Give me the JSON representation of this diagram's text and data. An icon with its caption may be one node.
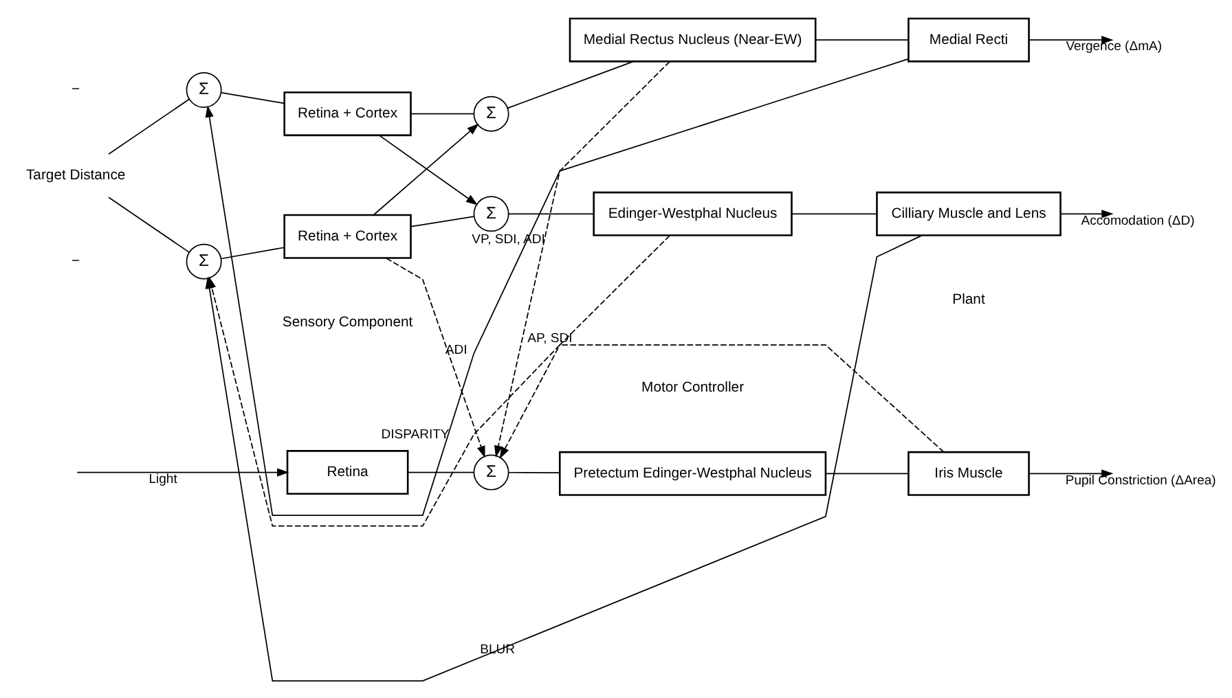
{
  "diagram": {
    "nodes": [
      {
        "text": [
          "Target Distance"
        ]
      },
      {
        "text": [
          "Σ"
        ]
      },
      {
        "text": [
          "Retina + Cortex"
        ]
      },
      {
        "text": [
          "Σ"
        ]
      },
      {
        "text": [
          "Medial Rectus Nucleus (Near-EW)"
        ]
      },
      {
        "text": [
          "Medial Recti"
        ]
      },
      {
        "text": [
          "Retina"
        ]
      },
      {
        "text": [
          "Σ"
        ]
      },
      {
        "text": [
          "Pretectum Edinger-Westphal Nucleus"
        ]
      },
      {
        "text": [
          "Iris Muscle"
        ]
      },
      {
        "text": [
          "Σ"
        ]
      },
      {
        "text": [
          "Retina + Cortex"
        ]
      },
      {
        "text": [
          "Σ"
        ]
      },
      {
        "text": [
          "Edinger-Westphal Nucleus"
        ]
      },
      {
        "text": [
          "Cilliary Muscle and Lens"
        ]
      }
    ],
    "edges": [
      {
        "from": 0,
        "to": 1,
        "arrow": "none"
      },
      {
        "from": 0,
        "to": 10,
        "arrow": "none"
      },
      {
        "from": 1,
        "to": 2,
        "arrow": "none"
      },
      {
        "from": 2,
        "to": 3,
        "arrow": "none"
      },
      {
        "from": 2,
        "to": 12,
        "arrow": "to"
      },
      {
        "from": 3,
        "to": 4,
        "arrow": "none"
      },
      {
        "from": 4,
        "to": 5,
        "arrow": "none"
      },
      {
        "from": 5,
        "to": null,
        "arrow": "to",
        "label": "Vergence (ΔmA)"
      },
      {
        "from": 5,
        "to": 1,
        "arrow": "to",
        "label": "DISPARITY"
      },
      {
        "from": null,
        "to": 6,
        "arrow": "to",
        "label": "Light"
      },
      {
        "from": 6,
        "to": 7,
        "arrow": "none"
      },
      {
        "from": 4,
        "to": 7,
        "arrow": "to",
        "style": "dashed",
        "label": "VP, SDI, ADI"
      },
      {
        "from": 7,
        "to": 8,
        "arrow": "none"
      },
      {
        "from": 8,
        "to": 9,
        "arrow": "none"
      },
      {
        "from": 9,
        "to": null,
        "arrow": "to",
        "label": "Pupil Constriction (ΔArea)"
      },
      {
        "from": 10,
        "to": 11,
        "arrow": "none"
      },
      {
        "from": 11,
        "to": 12,
        "arrow": "none"
      },
      {
        "from": 11,
        "to": 3,
        "arrow": "to"
      },
      {
        "from": 11,
        "to": 7,
        "arrow": "to",
        "style": "dashed",
        "label": "ADI"
      },
      {
        "from": 12,
        "to": 13,
        "arrow": "none"
      },
      {
        "from": 13,
        "to": 7,
        "arrow": "to",
        "style": "dashed",
        "label": "AP, SDI"
      },
      {
        "from": 13,
        "to": 14,
        "arrow": "none"
      },
      {
        "from": 14,
        "to": null,
        "arrow": "to",
        "label": "Accomodation (ΔD)"
      },
      {
        "from": 14,
        "to": 10,
        "arrow": "to",
        "label": "BLUR"
      },
      {
        "from": 9,
        "to": 10,
        "arrow": "to",
        "style": "dashed"
      }
    ],
    "labels": [
      "−",
      "−",
      "Sensory Component",
      "Motor Controller",
      "Plant"
    ]
  }
}
